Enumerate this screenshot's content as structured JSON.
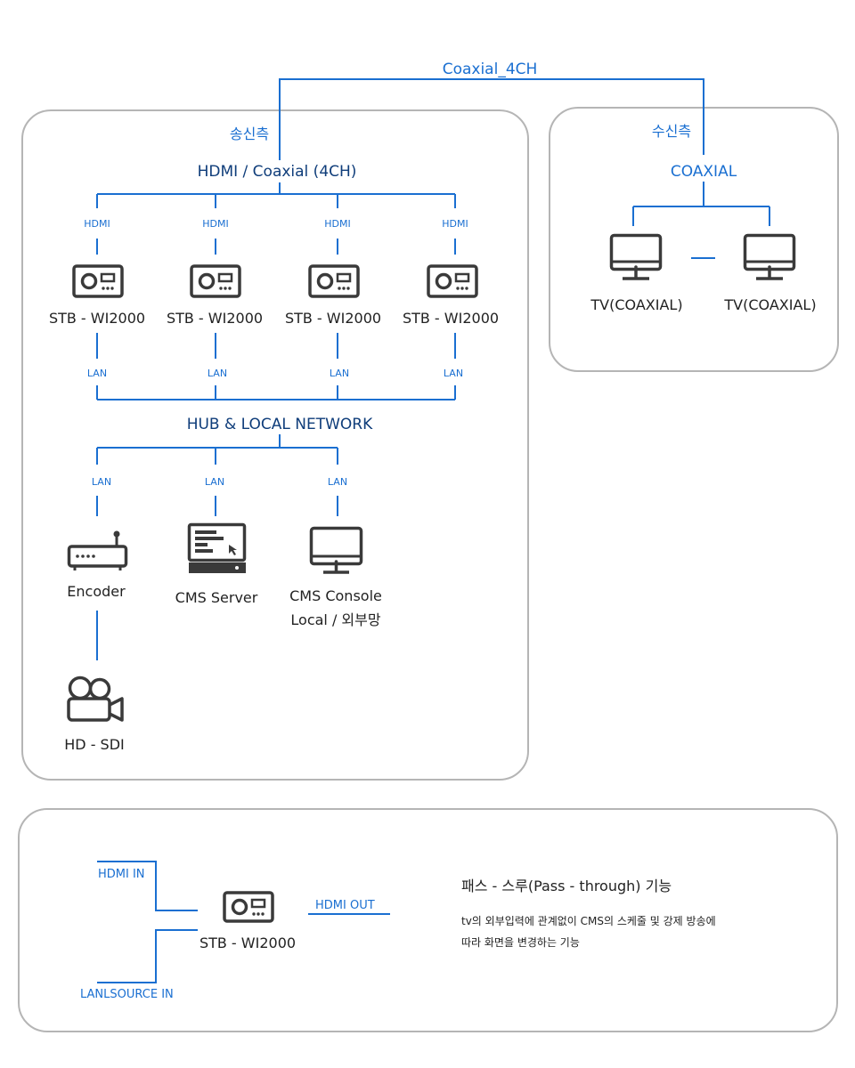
{
  "colors": {
    "line": "#1a6fd1",
    "heading": "#0f3d7a",
    "icon": "#3a3a3a",
    "border": "#b5b5b5"
  },
  "top_link": "Coaxial_4CH",
  "tx": {
    "title": "송신측",
    "input": "HDMI / Coaxial (4CH)",
    "hdmi_label": "HDMI",
    "lan_label": "LAN",
    "stb_name": "STB - WI2000",
    "hub": "HUB & LOCAL NETWORK",
    "encoder": "Encoder",
    "cms_server": "CMS Server",
    "cms_console_1": "CMS Console",
    "cms_console_2": "Local / 외부망",
    "camera": "HD - SDI"
  },
  "rx": {
    "title": "수신측",
    "coaxial": "COAXIAL",
    "tv": "TV(COAXIAL)"
  },
  "passthrough": {
    "hdmi_in": "HDMI IN",
    "lan_in": "LANLSOURCE IN",
    "hdmi_out": "HDMI OUT",
    "stb": "STB - WI2000",
    "title": "패스 - 스루(Pass - through) 기능",
    "desc_1": "tv의 외부입력에 관계없이 CMS의 스케줄 및 강제 방송에",
    "desc_2": "따라 화면을 변경하는 기능"
  }
}
